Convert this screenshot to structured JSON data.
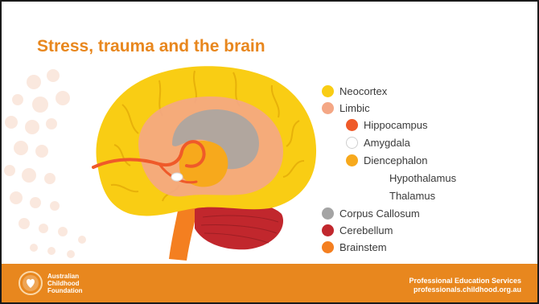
{
  "slide": {
    "title": "Stress, trauma and the brain"
  },
  "legend": [
    {
      "label": "Neocortex",
      "color": "#f9cd14",
      "level": 0
    },
    {
      "label": "Limbic",
      "color": "#f4a785",
      "level": 0
    },
    {
      "label": "Hippocampus",
      "color": "#ef5a29",
      "level": 1
    },
    {
      "label": "Amygdala",
      "color": "#ffffff",
      "level": 1
    },
    {
      "label": "Diencephalon",
      "color": "#f7a91c",
      "level": 1
    },
    {
      "label": "Hypothalamus",
      "color": "",
      "level": 2
    },
    {
      "label": "Thalamus",
      "color": "",
      "level": 2
    },
    {
      "label": "Corpus Callosum",
      "color": "#a4a4a4",
      "level": 0
    },
    {
      "label": "Cerebellum",
      "color": "#c1272d",
      "level": 0
    },
    {
      "label": "Brainstem",
      "color": "#f47f20",
      "level": 0
    }
  ],
  "footer": {
    "logo_lines": [
      "Australian",
      "Childhood",
      "Foundation"
    ],
    "org_line1": "Professional Education Services",
    "org_line2": "professionals.childhood.org.au",
    "background_color": "#e8871e"
  }
}
